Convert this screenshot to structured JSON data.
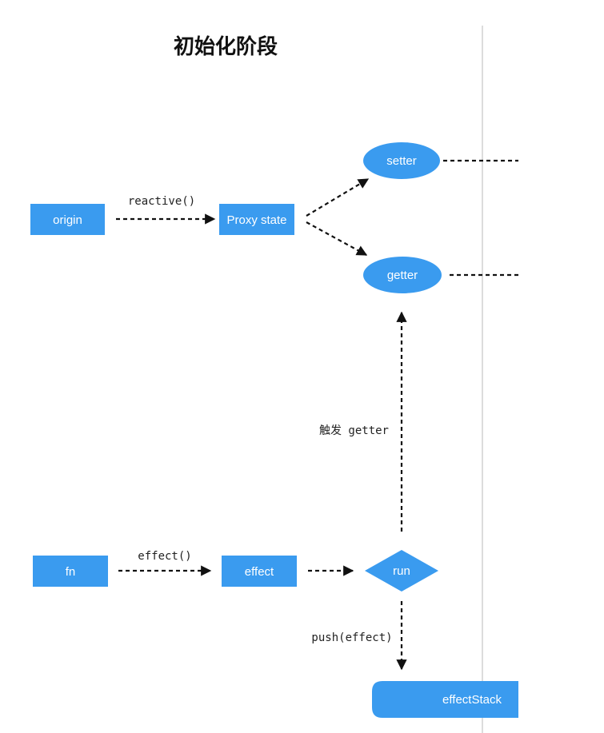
{
  "title": "初始化阶段",
  "colors": {
    "node": "#3a9bef",
    "edge": "#111111",
    "divider": "#d0d0d0"
  },
  "nodes": {
    "origin": "origin",
    "proxy_state": "Proxy state",
    "setter": "setter",
    "getter": "getter",
    "fn": "fn",
    "effect": "effect",
    "run": "run",
    "effect_stack": "effectStack"
  },
  "edge_labels": {
    "reactive": "reactive()",
    "effect_call": "effect()",
    "trigger_getter": "触发 getter",
    "push_effect": "push(effect)"
  }
}
